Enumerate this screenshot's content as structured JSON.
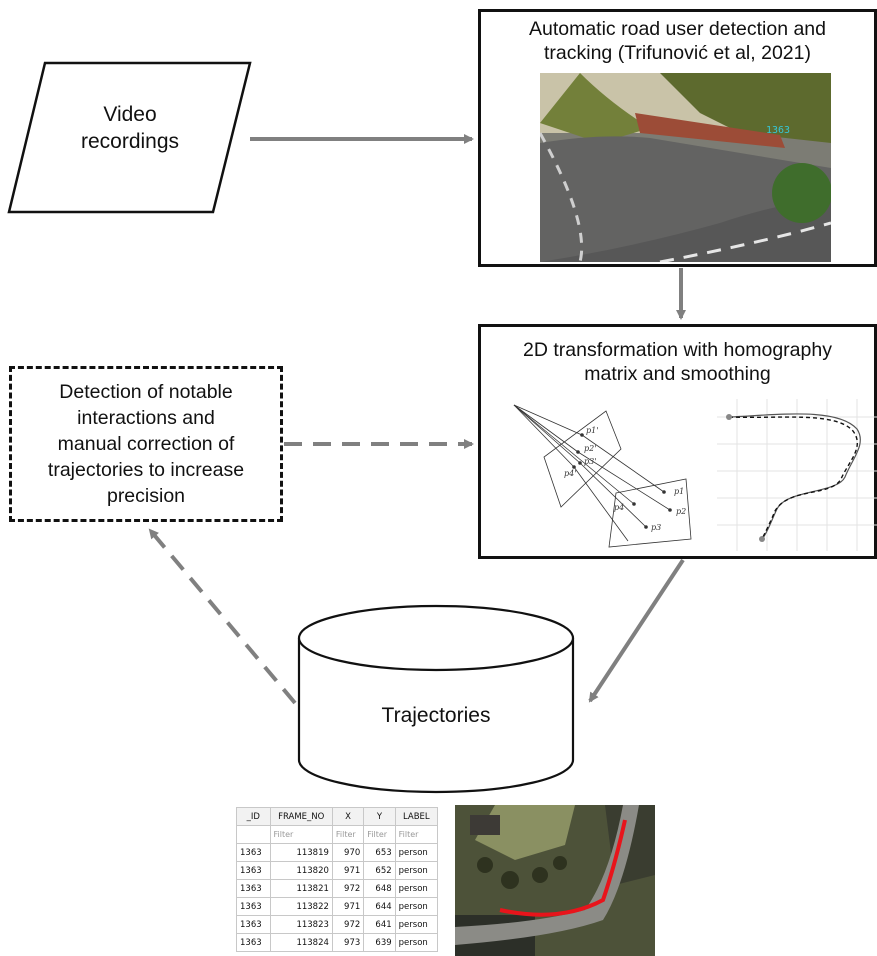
{
  "nodes": {
    "video": {
      "label_line1": "Video",
      "label_line2": "recordings"
    },
    "detection": {
      "title_line1": "Automatic road user detection and",
      "title_line2": "tracking (Trifunović et al, 2021)",
      "track_id": "1363"
    },
    "transform": {
      "title_line1": "2D transformation with homography",
      "title_line2": "matrix and smoothing",
      "points": [
        "p1'",
        "p2'",
        "p3'",
        "p4'",
        "p1",
        "p2",
        "p3",
        "p4"
      ]
    },
    "notable": {
      "line1": "Detection of notable",
      "line2": "interactions and",
      "line3": "manual correction of",
      "line4": "trajectories to increase",
      "line5": "precision"
    },
    "trajectories": {
      "label": "Trajectories"
    }
  },
  "table": {
    "headers": [
      "_ID",
      "FRAME_NO",
      "X",
      "Y",
      "LABEL"
    ],
    "filter_placeholder": "Filter",
    "rows": [
      [
        "1363",
        "113819",
        "970",
        "653",
        "person"
      ],
      [
        "1363",
        "113820",
        "971",
        "652",
        "person"
      ],
      [
        "1363",
        "113821",
        "972",
        "648",
        "person"
      ],
      [
        "1363",
        "113822",
        "971",
        "644",
        "person"
      ],
      [
        "1363",
        "113823",
        "972",
        "641",
        "person"
      ],
      [
        "1363",
        "113824",
        "973",
        "639",
        "person"
      ]
    ]
  },
  "colors": {
    "arrow": "#808080",
    "border": "#111111",
    "track_label": "#37c6d4",
    "trajectory": "#e8141b"
  }
}
